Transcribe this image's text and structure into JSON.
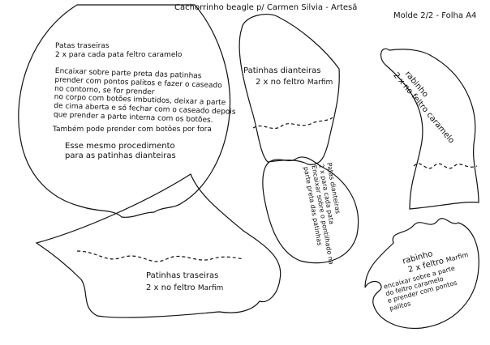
{
  "header": {
    "title": "Cachorrinho beagle p/ Carmen Silvia - Artesã",
    "page_info": "Molde 2/2 - Folha A4"
  },
  "pieces": {
    "patas_traseiras": {
      "title": "Patas traseiras",
      "qty": "2 x para cada pata feltro caramelo",
      "instructions": [
        "Encaixar sobre parte preta das patinhas",
        "prender com pontos palitos e fazer o caseado",
        "no contorno, se for prender",
        "no corpo com botões imbutidos, deixar a parte",
        "de cima aberta e só fechar com o caseado depois",
        "que prender a parte interna com os botões."
      ],
      "note": "Também pode prender com botões por fora",
      "same_procedure": [
        "Esse mesmo procedimento",
        "para as patinhas dianteiras"
      ]
    },
    "patinhas_dianteiras": {
      "title": "Patinhas dianteiras",
      "qty": "2 x no feltro",
      "color": "Marfim"
    },
    "patas_dianteiras": {
      "lines": [
        "Patas dianteiras",
        "2 x para cada pata",
        "Encaixar sobre o pontilhado na",
        "parte preta das patinhas"
      ]
    },
    "rabinho_caramelo": {
      "title": "rabinho",
      "qty": "2 x no feltro caramelo"
    },
    "patinhas_traseiras": {
      "title": "Patinhas traseiras",
      "qty": "2 x no feltro",
      "color": "Marfim"
    },
    "rabinho_marfim": {
      "title": "rabinho",
      "qty": "2 x feltro",
      "color": "Marfim",
      "instructions": [
        "encaixar sobre a parte",
        "do feltro caramelo",
        "e prender com pontos",
        "palitos"
      ]
    }
  }
}
